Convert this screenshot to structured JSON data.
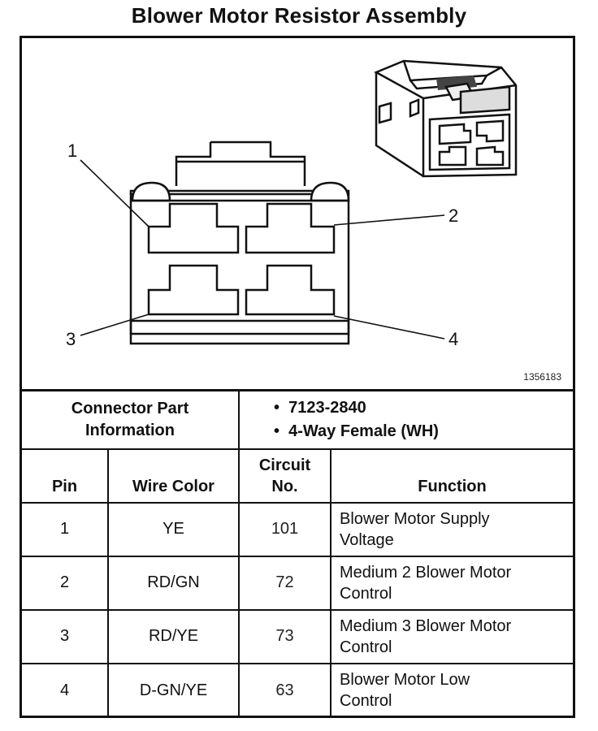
{
  "title": "Blower Motor Resistor Assembly",
  "diagram": {
    "figure_id": "1356183",
    "pin_callouts": [
      "1",
      "2",
      "3",
      "4"
    ]
  },
  "connector": {
    "label": "Connector Part Information",
    "part_number": "7123-2840",
    "description": "4-Way Female (WH)"
  },
  "table": {
    "headers": {
      "pin": "Pin",
      "wire_color": "Wire Color",
      "circuit": "Circuit No.",
      "function": "Function"
    },
    "rows": [
      {
        "pin": "1",
        "wire_color": "YE",
        "circuit": "101",
        "function": "Blower Motor Supply Voltage"
      },
      {
        "pin": "2",
        "wire_color": "RD/GN",
        "circuit": "72",
        "function": "Medium 2 Blower Motor Control"
      },
      {
        "pin": "3",
        "wire_color": "RD/YE",
        "circuit": "73",
        "function": "Medium 3 Blower Motor Control"
      },
      {
        "pin": "4",
        "wire_color": "D-GN/YE",
        "circuit": "63",
        "function": "Blower Motor Low Control"
      }
    ]
  }
}
